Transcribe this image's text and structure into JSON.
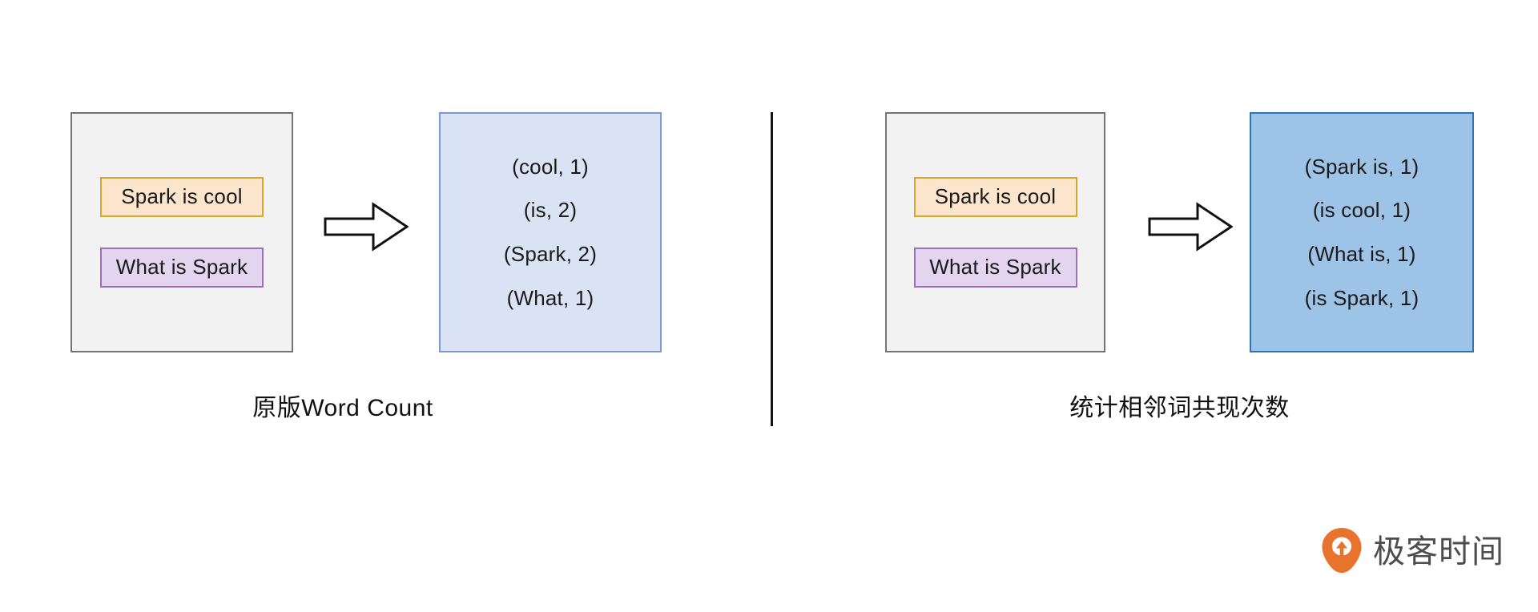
{
  "diagram": {
    "type": "comparison-diagram",
    "divider": {
      "orientation": "vertical",
      "color": "#121212"
    },
    "groups": [
      {
        "id": "original-word-count",
        "caption": "原版Word Count",
        "source": {
          "label": "input-sentences",
          "fill": "#f2f2f2",
          "border": "#737373",
          "chips": [
            {
              "text": "Spark is cool",
              "fill": "#fce5cd",
              "border": "#d6a829"
            },
            {
              "text": "What is Spark",
              "fill": "#e3d4ef",
              "border": "#9a70bd"
            }
          ]
        },
        "arrow": {
          "icon": "right-block-arrow",
          "fill": "#ffffff",
          "stroke": "#111111"
        },
        "result": {
          "label": "word-count-output",
          "fill": "#dae3f3",
          "border": "#7b9ad0",
          "pairs": [
            "(cool, 1)",
            "(is, 2)",
            "(Spark, 2)",
            "(What, 1)"
          ]
        }
      },
      {
        "id": "adjacent-word-cooccurrence",
        "caption": "统计相邻词共现次数",
        "source": {
          "label": "input-sentences",
          "fill": "#f2f2f2",
          "border": "#737373",
          "chips": [
            {
              "text": "Spark is cool",
              "fill": "#fce5cd",
              "border": "#d6a829"
            },
            {
              "text": "What is Spark",
              "fill": "#e3d4ef",
              "border": "#9a70bd"
            }
          ]
        },
        "arrow": {
          "icon": "right-block-arrow",
          "fill": "#ffffff",
          "stroke": "#111111"
        },
        "result": {
          "label": "bigram-count-output",
          "fill": "#9dc3e6",
          "border": "#2e75b6",
          "pairs": [
            "(Spark is, 1)",
            "(is cool, 1)",
            "(What is, 1)",
            "(is Spark, 1)"
          ]
        }
      }
    ]
  },
  "branding": {
    "name": "极客时间",
    "mark_icon": "geektime-pin-icon",
    "mark_color": "#e8732c",
    "text_color": "#4d4d4d"
  }
}
